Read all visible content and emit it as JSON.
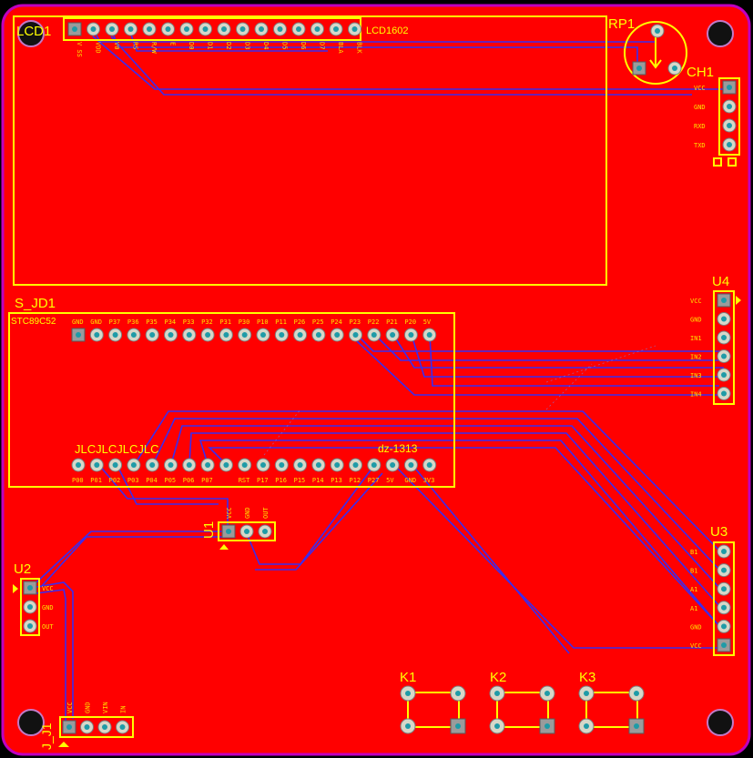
{
  "board": {
    "colors": {
      "background": "#000000",
      "copper_fill": "#ff0000",
      "outline": "#c000c0",
      "silkscreen": "#ffff00",
      "trace": "#3a2cf0",
      "pad": "#d7d7c8",
      "pad_hole": "#1f9ba7"
    }
  },
  "components": {
    "lcd1": {
      "designator": "LCD1",
      "value": "LCD1602",
      "pins": [
        "V SS",
        "VDD",
        "V0",
        "RS",
        "R/W",
        "E",
        "D0",
        "D1",
        "D2",
        "D3",
        "D4",
        "D5",
        "D6",
        "D7",
        "BLA",
        "BLK"
      ]
    },
    "rp1": {
      "designator": "RP1"
    },
    "ch1": {
      "designator": "CH1",
      "pins": [
        "VCC",
        "GND",
        "RXD",
        "TXD"
      ]
    },
    "s_jd1": {
      "designator": "S_JD1",
      "value": "STC89C52",
      "top_pins": [
        "GND",
        "GND",
        "P37",
        "P36",
        "P35",
        "P34",
        "P33",
        "P32",
        "P31",
        "P30",
        "P10",
        "P11",
        "P26",
        "P25",
        "P24",
        "P23",
        "P22",
        "P21",
        "P20",
        "5V"
      ],
      "bottom_pins": [
        "P00",
        "P01",
        "P02",
        "P03",
        "P04",
        "P05",
        "P06",
        "P07",
        "",
        "RST",
        "P17",
        "P16",
        "P15",
        "P14",
        "P13",
        "P12",
        "P27",
        "5V",
        "GND",
        "3V3"
      ],
      "label_left": "JLCJLCJLCJLC",
      "label_right": "dz-1313"
    },
    "u4": {
      "designator": "U4",
      "pins": [
        "VCC",
        "GND",
        "IN1",
        "IN2",
        "IN3",
        "IN4"
      ]
    },
    "u1": {
      "designator": "U1",
      "pins": [
        "VCC",
        "GND",
        "OUT"
      ]
    },
    "u2": {
      "designator": "U2",
      "pins": [
        "VCC",
        "GND",
        "OUT"
      ]
    },
    "u3": {
      "designator": "U3",
      "pins": [
        "B1",
        "B1",
        "A1",
        "A1",
        "GND",
        "VCC"
      ]
    },
    "j1": {
      "designator": "J_J1",
      "pins": [
        "VCC",
        "GND",
        "VIN",
        "IN"
      ]
    },
    "k1": {
      "designator": "K1"
    },
    "k2": {
      "designator": "K2"
    },
    "k3": {
      "designator": "K3"
    }
  }
}
